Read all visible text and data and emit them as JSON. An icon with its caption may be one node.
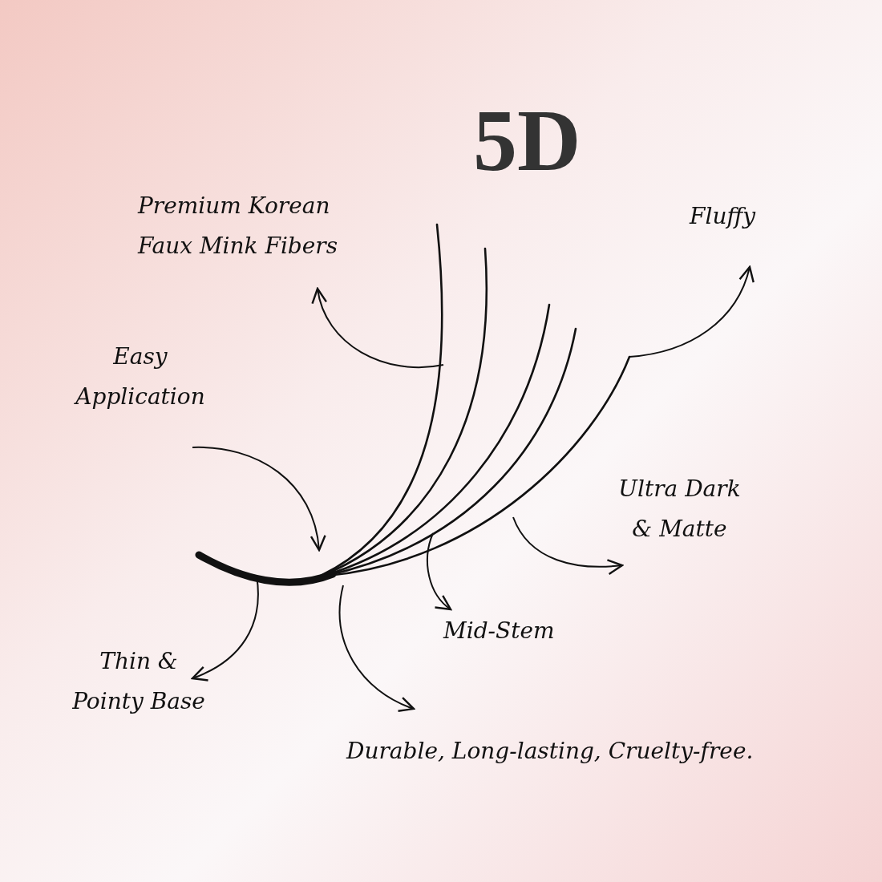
{
  "diagram": {
    "title": "5D",
    "nodes": [
      {
        "text": [
          "Premium Korean Faux Mink Fibers"
        ]
      },
      {
        "text": [
          "Fluffy"
        ]
      },
      {
        "text": [
          "Easy Application"
        ]
      },
      {
        "text": [
          "Ultra Dark & Matte"
        ]
      },
      {
        "text": [
          "Mid-Stem"
        ]
      },
      {
        "text": [
          "Thin & Pointy Base"
        ]
      },
      {
        "text": [
          "Durable, Long-lasting, Cruelty-free."
        ]
      }
    ],
    "edges": [
      {
        "from": null,
        "to": 0,
        "arrow": "to"
      },
      {
        "from": null,
        "to": 1,
        "arrow": "to"
      },
      {
        "from": 2,
        "to": null,
        "arrow": "to"
      },
      {
        "from": null,
        "to": 3,
        "arrow": "to"
      },
      {
        "from": null,
        "to": 4,
        "arrow": "to"
      },
      {
        "from": null,
        "to": 5,
        "arrow": "to"
      },
      {
        "from": null,
        "to": 6,
        "arrow": "to"
      }
    ]
  }
}
